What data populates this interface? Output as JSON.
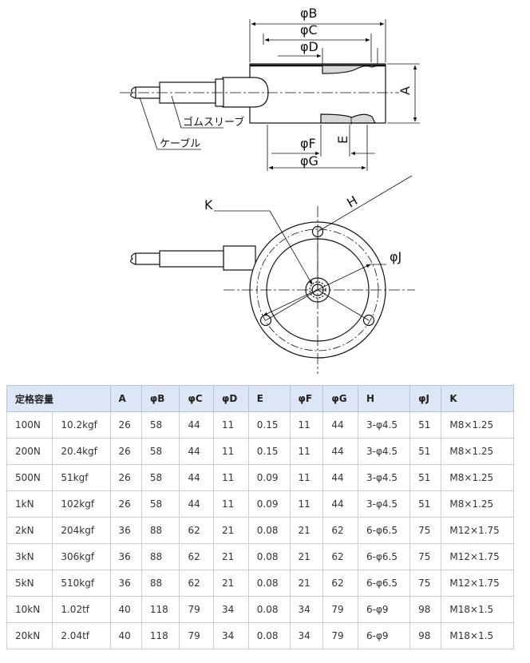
{
  "drawing": {
    "labels": {
      "phiB": "φB",
      "phiC": "φC",
      "phiD": "φD",
      "A": "A",
      "phiF": "φF",
      "E": "E",
      "phiG": "φG",
      "rubber_sleeve": "ゴムスリーブ",
      "cable": "ケーブル",
      "K": "K",
      "H": "H",
      "phiJ": "φJ"
    }
  },
  "table": {
    "headers": {
      "capacity": "定格容量",
      "A": "A",
      "B": "φB",
      "C": "φC",
      "D": "φD",
      "E": "E",
      "F": "φF",
      "G": "φG",
      "H": "H",
      "J": "φJ",
      "K": "K"
    },
    "rows": [
      [
        "100N",
        "10.2kgf",
        "26",
        "58",
        "44",
        "11",
        "0.15",
        "11",
        "44",
        "3-φ4.5",
        "51",
        "M8×1.25"
      ],
      [
        "200N",
        "20.4kgf",
        "26",
        "58",
        "44",
        "11",
        "0.15",
        "11",
        "44",
        "3-φ4.5",
        "51",
        "M8×1.25"
      ],
      [
        "500N",
        "51kgf",
        "26",
        "58",
        "44",
        "11",
        "0.09",
        "11",
        "44",
        "3-φ4.5",
        "51",
        "M8×1.25"
      ],
      [
        "1kN",
        "102kgf",
        "26",
        "58",
        "44",
        "11",
        "0.09",
        "11",
        "44",
        "3-φ4.5",
        "51",
        "M8×1.25"
      ],
      [
        "2kN",
        "204kgf",
        "36",
        "88",
        "62",
        "21",
        "0.08",
        "21",
        "62",
        "6-φ6.5",
        "75",
        "M12×1.75"
      ],
      [
        "3kN",
        "306kgf",
        "36",
        "88",
        "62",
        "21",
        "0.08",
        "21",
        "62",
        "6-φ6.5",
        "75",
        "M12×1.75"
      ],
      [
        "5kN",
        "510kgf",
        "36",
        "88",
        "62",
        "21",
        "0.08",
        "21",
        "62",
        "6-φ6.5",
        "75",
        "M12×1.75"
      ],
      [
        "10kN",
        "1.02tf",
        "40",
        "118",
        "79",
        "34",
        "0.08",
        "34",
        "79",
        "6-φ9",
        "98",
        "M18×1.5"
      ],
      [
        "20kN",
        "2.04tf",
        "40",
        "118",
        "79",
        "34",
        "0.08",
        "34",
        "79",
        "6-φ9",
        "98",
        "M18×1.5"
      ]
    ]
  }
}
